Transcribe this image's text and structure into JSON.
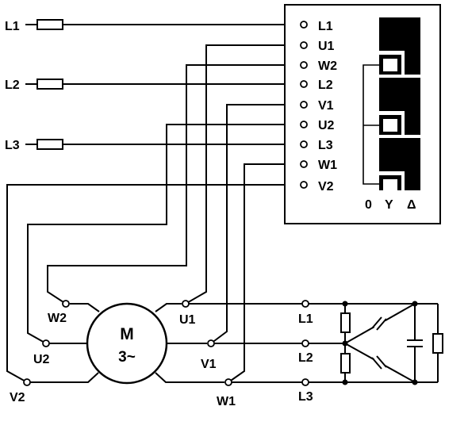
{
  "supply": {
    "l1": "L1",
    "l2": "L2",
    "l3": "L3"
  },
  "switch": {
    "terminals": [
      "L1",
      "U1",
      "W2",
      "L2",
      "V1",
      "U2",
      "L3",
      "W1",
      "V2"
    ],
    "positions": [
      "0",
      "Y",
      "Δ"
    ]
  },
  "motor": {
    "letter": "M",
    "phase": "3~",
    "terminals": {
      "w2": "W2",
      "u1": "U1",
      "u2": "U2",
      "v1": "V1",
      "v2": "V2",
      "w1": "W1"
    }
  },
  "line_terminals": [
    "L1",
    "L2",
    "L3"
  ]
}
